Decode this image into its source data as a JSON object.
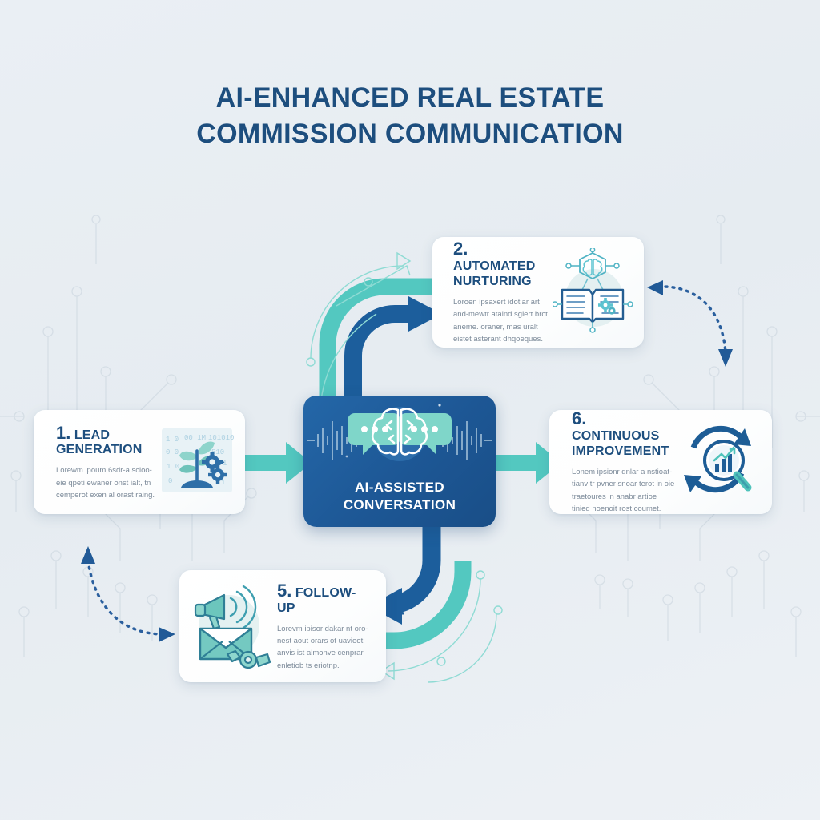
{
  "title": {
    "line1": "AI-ENHANCED REAL ESTATE",
    "line2": "COMMISSION COMMUNICATION"
  },
  "colors": {
    "background": "#e8edf2",
    "deep_blue": "#1d4e7e",
    "hub_blue": "#1f5f9e",
    "teal": "#4ec8bf",
    "arrow_teal": "#53c8c0",
    "arrow_blue": "#1c5e9c",
    "body_text": "#7c8a99",
    "card_white": "#ffffff"
  },
  "hub": {
    "label_line1": "AI-ASSISTED",
    "label_line2": "CONVERSATION",
    "icon": "brain-with-chat-bubbles-and-waveform"
  },
  "cards": [
    {
      "id": "lead-generation",
      "number": "1.",
      "title_line1": "LEAD",
      "title_line2": "GENERATION",
      "body": "Lorewm ipoum 6sdr-a scioo-eie qpeti ewaner onst ialt, tn cemperot exen al orast raing.",
      "icon": "sprout-with-gears-and-binary-icon"
    },
    {
      "id": "automated-nurturing",
      "number": "2.",
      "title_line1": "AUTOMATED",
      "title_line2": "NURTURING",
      "body": "Loroen ipsaxert idotiar art and-mewtr atalnd sgiert brct aneme. oraner, mas uralt eistet asterant dhqoeques.",
      "icon": "open-book-with-brain-network-icon"
    },
    {
      "id": "follow-up",
      "number": "5.",
      "title_line1": "FOLLOW-UP",
      "title_line2": "",
      "body": "Lorevm ipisor dakar nt oro-nest aout orars ot uavieot anvis ist almonve cenprar enletiob ts eriotnp.",
      "icon": "megaphone-envelope-robot-arm-icon"
    },
    {
      "id": "continuous-improvement",
      "number": "6.",
      "title_line1": "CONTINUOUS",
      "title_line2": "IMPROVEMENT",
      "body": "Lonem ipsionr dnlar a nstioat-tianv tr pvner snoar terot in oie traetoures in anabr artioe tinied noenoit rost coumet.",
      "icon": "circular-arrows-with-magnifier-chart-icon"
    }
  ],
  "connectors": [
    {
      "id": "lead-to-hub",
      "style": "solid-arrow",
      "color": "#53c8c0",
      "direction": "right"
    },
    {
      "id": "hub-to-improvement",
      "style": "solid-arrow",
      "color": "#53c8c0",
      "direction": "right"
    },
    {
      "id": "hub-to-nurturing-teal",
      "style": "curved-arrow",
      "color": "#53c8c0",
      "direction": "up-right"
    },
    {
      "id": "hub-to-nurturing-blue",
      "style": "curved-arrow",
      "color": "#1c5e9c",
      "direction": "up-right"
    },
    {
      "id": "hub-to-followup-teal",
      "style": "curved-arrow",
      "color": "#53c8c0",
      "direction": "down-left"
    },
    {
      "id": "hub-to-followup-blue",
      "style": "curved-arrow",
      "color": "#1c5e9c",
      "direction": "down-left"
    },
    {
      "id": "nurturing-return-dotted",
      "style": "dotted-arrow",
      "color": "#2a5f9e",
      "direction": "down-then-left"
    },
    {
      "id": "followup-to-lead-dotted",
      "style": "dotted-arrow",
      "color": "#2a5f9e",
      "direction": "left-then-up"
    }
  ]
}
